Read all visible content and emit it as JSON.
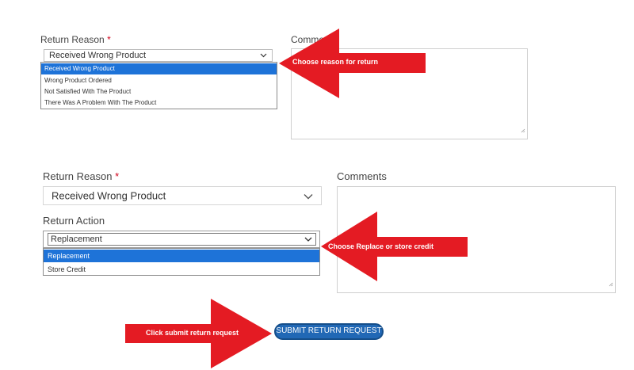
{
  "section1": {
    "reason_label": "Return Reason",
    "required_mark": "*",
    "reason_value": "Received Wrong Product",
    "reason_options": [
      "Received Wrong Product",
      "Wrong Product Ordered",
      "Not Satisfied With The Product",
      "There Was A Problem With The Product"
    ],
    "comments_label": "Comments",
    "callout_text": "Choose reason for return"
  },
  "section2": {
    "reason_label": "Return Reason",
    "required_mark": "*",
    "reason_value": "Received Wrong Product",
    "comments_label": "Comments",
    "action_label": "Return Action",
    "action_value": "Replacement",
    "action_options": [
      "Replacement",
      "Store Credit"
    ],
    "callout_text": "Choose Replace or store credit"
  },
  "submit": {
    "label": "SUBMIT RETURN REQUEST",
    "callout_text": "Click submit return request"
  },
  "colors": {
    "arrow": "#e41b23",
    "selected_option": "#1e73d8",
    "submit_button": "#2168b5"
  }
}
